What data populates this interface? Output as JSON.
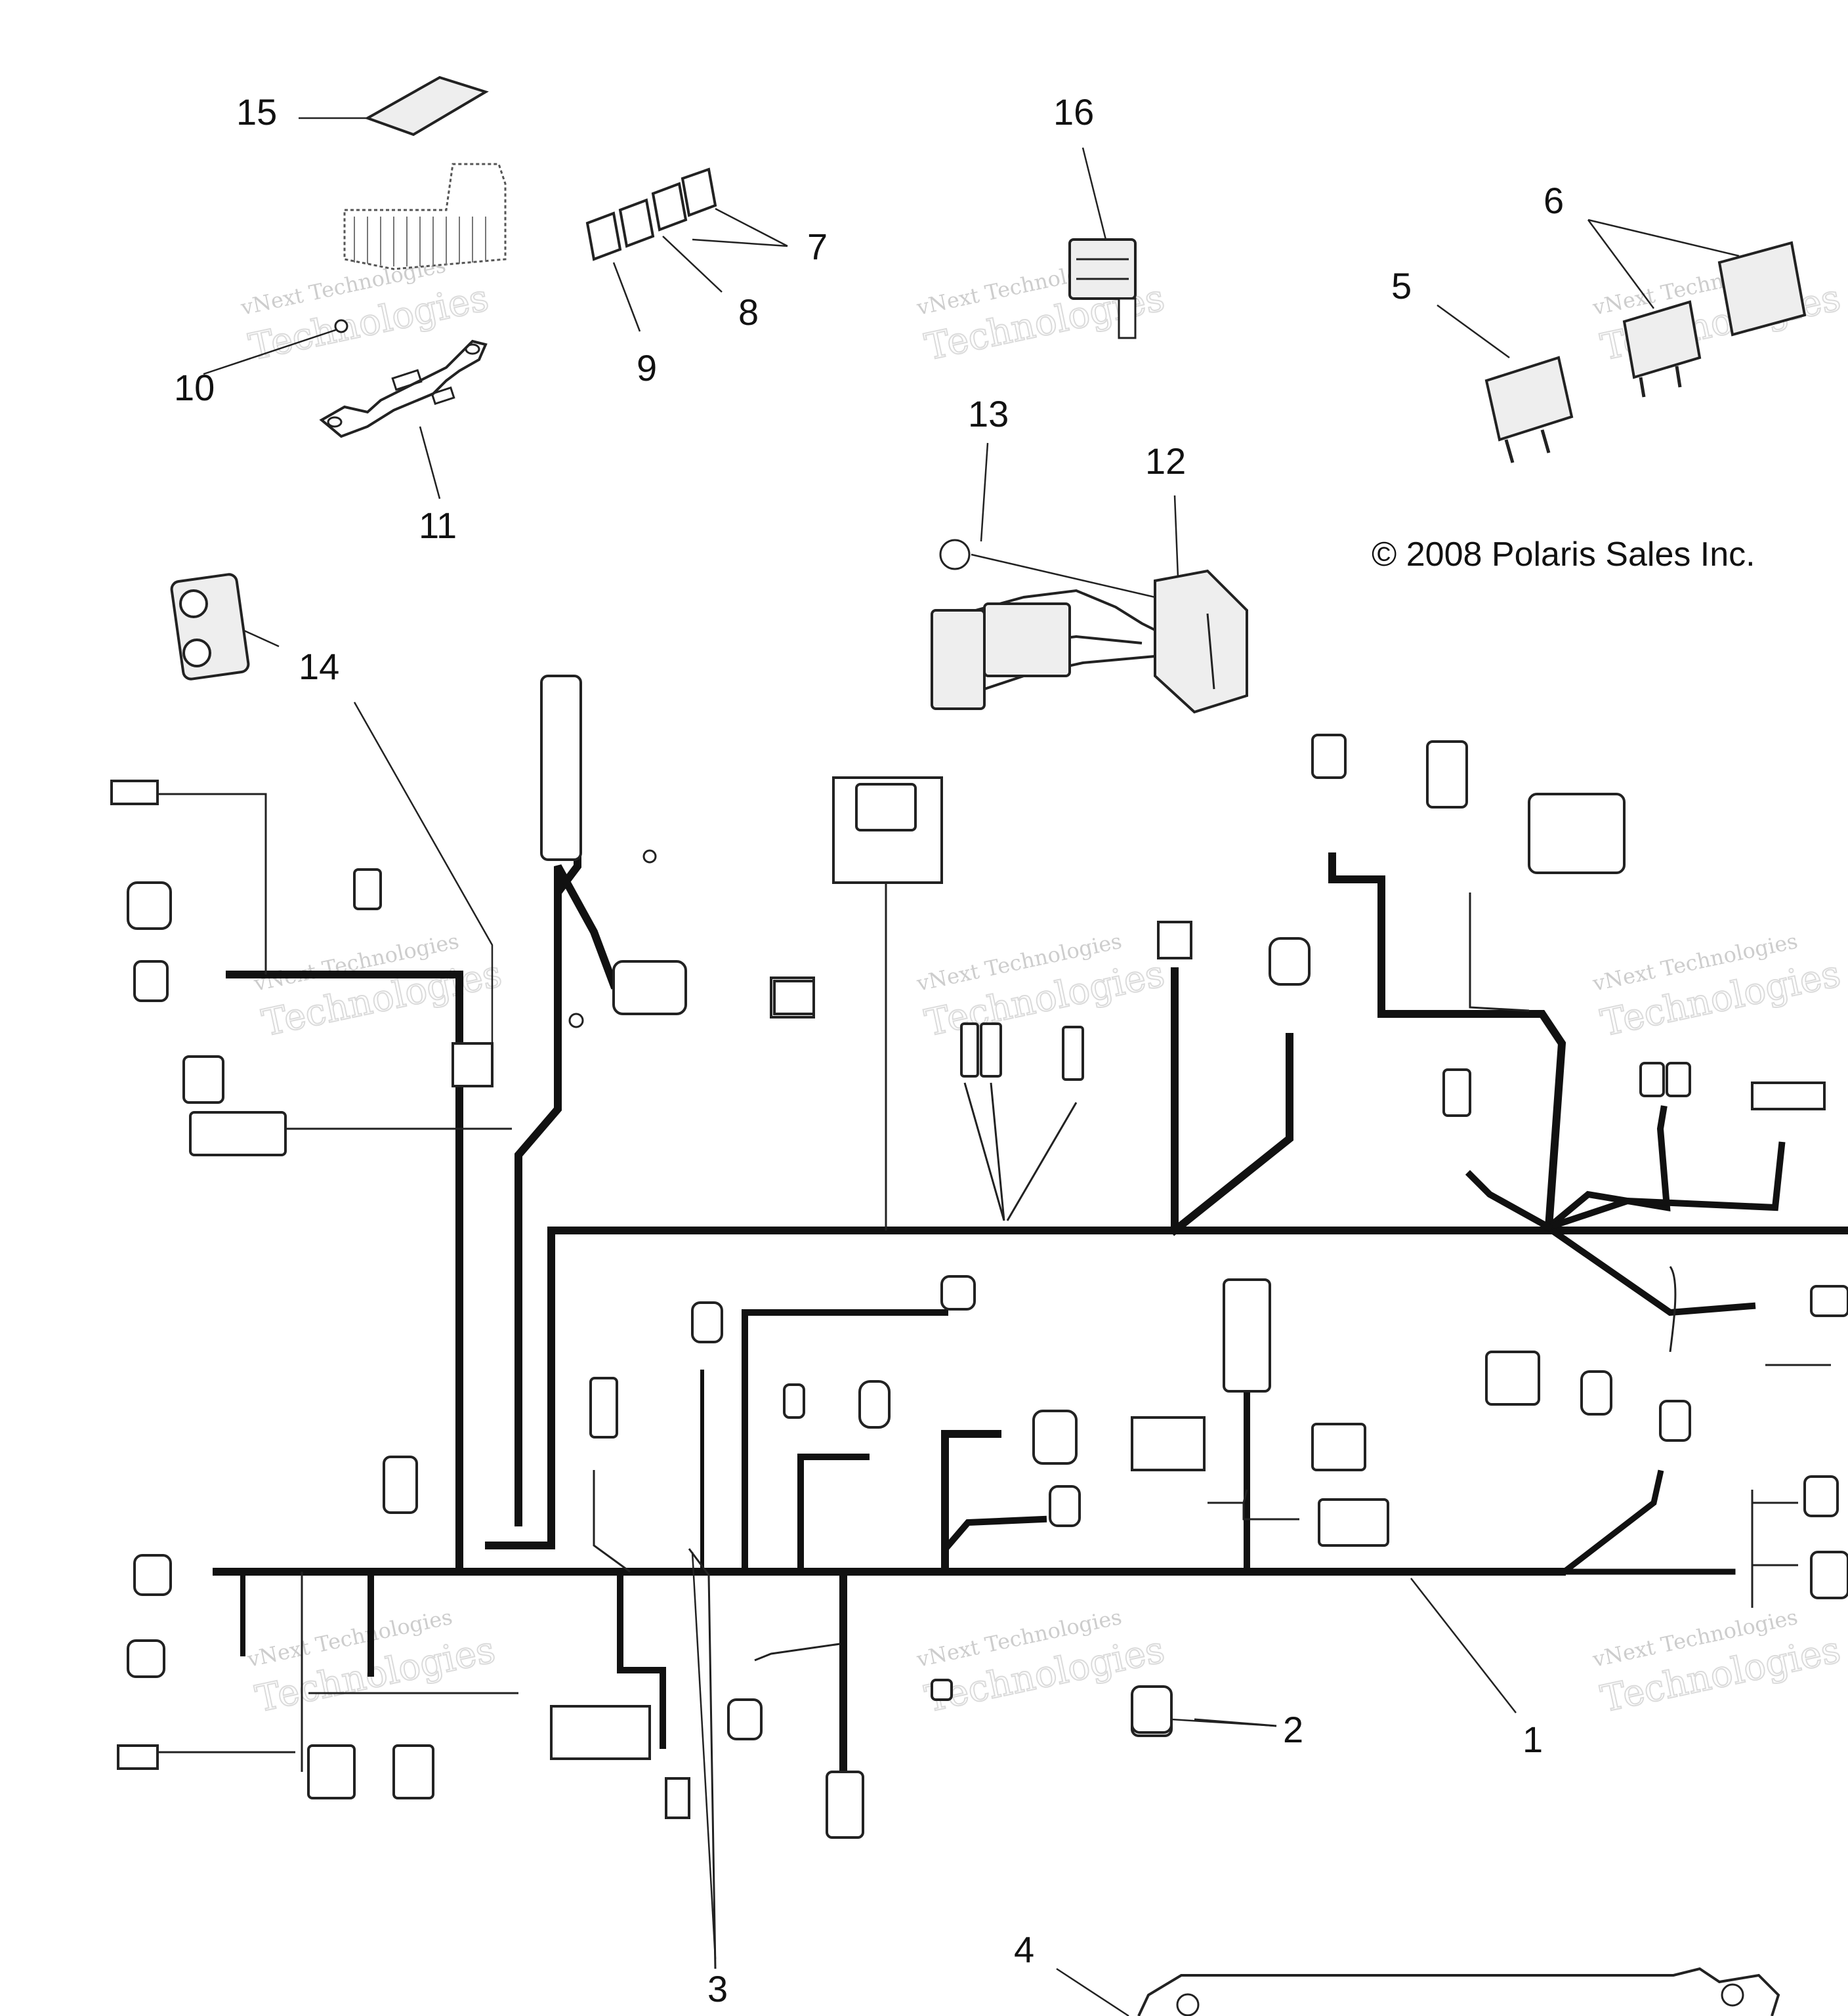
{
  "callouts": [
    "1",
    "2",
    "3",
    "4",
    "5",
    "6",
    "7",
    "8",
    "9",
    "10",
    "11",
    "12",
    "13",
    "14",
    "15",
    "16"
  ],
  "copyright": "© 2008 Polaris Sales Inc.",
  "watermark": {
    "line1": "vNext Technologies",
    "line2": "Technologies"
  }
}
